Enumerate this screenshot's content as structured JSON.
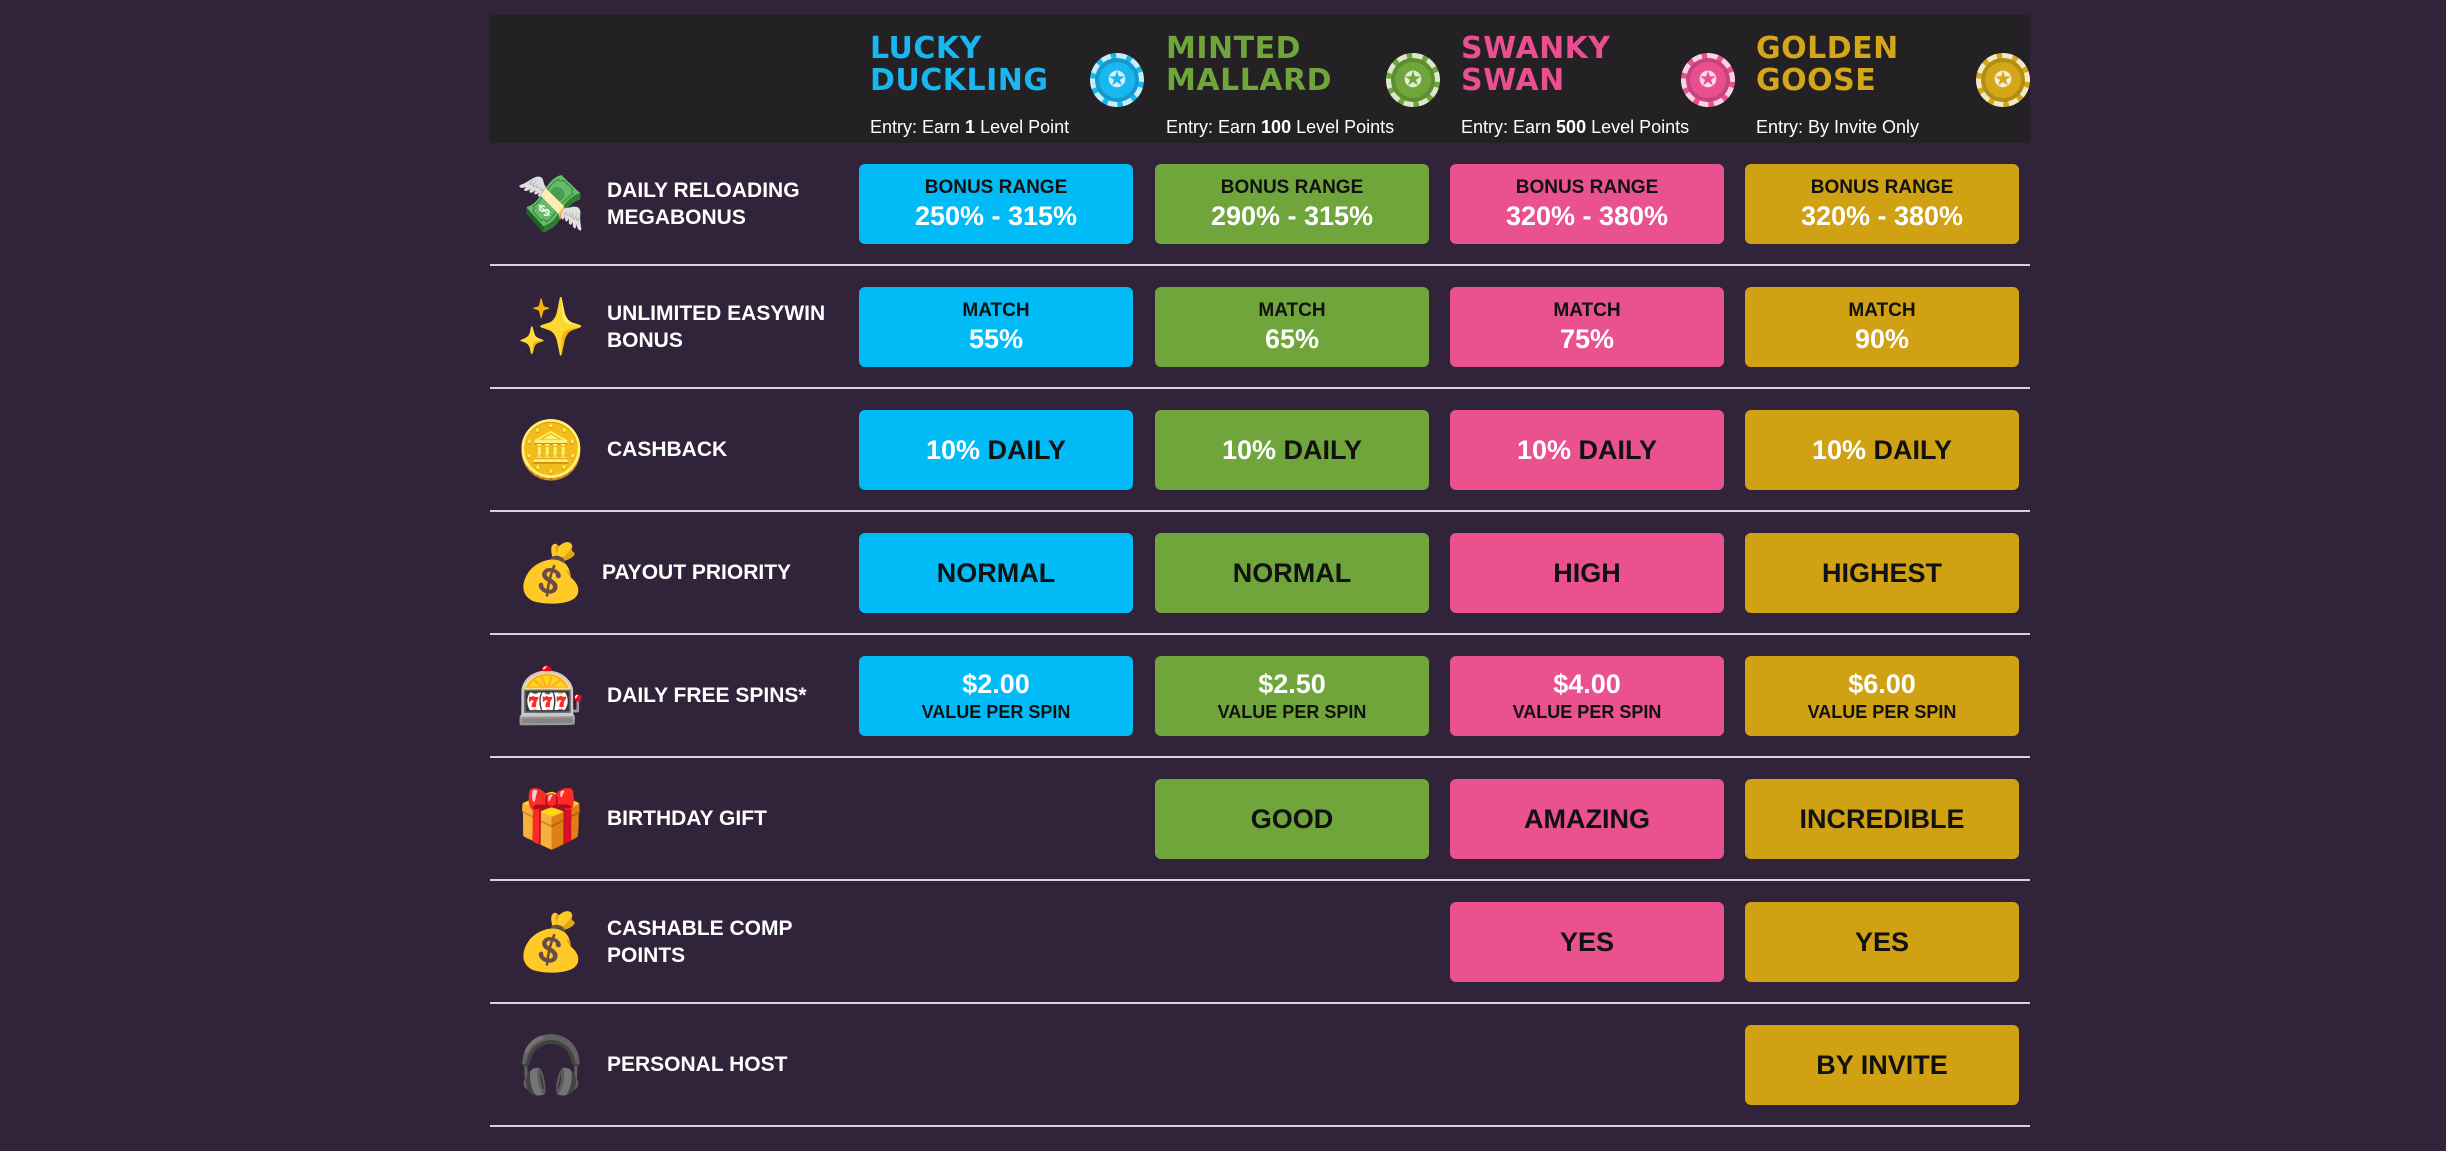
{
  "colors": {
    "background": "#31233a",
    "header_background": "#232124",
    "divider": "#d9d3dc",
    "tier_lucky": "#00bbf5",
    "tier_minted": "#6fa53a",
    "tier_swanky": "#e9518f",
    "tier_golden": "#cfa113"
  },
  "tiers": [
    {
      "name": "LUCKY DUCKLING",
      "entry_prefix": "Entry: Earn ",
      "entry_value": "1",
      "entry_suffix": " Level Point",
      "title_color": "#19b6f0",
      "chip_icon": "duck-chip-icon"
    },
    {
      "name": "MINTED MALLARD",
      "entry_prefix": "Entry: Earn ",
      "entry_value": "100",
      "entry_suffix": " Level Points",
      "title_color": "#6fa53a",
      "chip_icon": "mallard-chip-icon"
    },
    {
      "name": "SWANKY SWAN",
      "entry_prefix": "Entry: Earn ",
      "entry_value": "500",
      "entry_suffix": " Level Points",
      "title_color": "#ea4f91",
      "chip_icon": "swan-chip-icon"
    },
    {
      "name": "GOLDEN GOOSE",
      "entry_prefix": "Entry: By Invite Only",
      "entry_value": "",
      "entry_suffix": "",
      "title_color": "#d4a619",
      "chip_icon": "goose-chip-icon"
    }
  ],
  "rows": [
    {
      "label": "DAILY RELOADING MEGABONUS",
      "icon": "money-cash-icon",
      "cells": [
        {
          "line1": "BONUS RANGE",
          "line2": "250% - 315%"
        },
        {
          "line1": "BONUS RANGE",
          "line2": "290% - 315%"
        },
        {
          "line1": "BONUS RANGE",
          "line2": "320% - 380%"
        },
        {
          "line1": "BONUS RANGE",
          "line2": "320% - 380%"
        }
      ]
    },
    {
      "label": "UNLIMITED EASYWIN BONUS",
      "icon": "sparkles-icon",
      "cells": [
        {
          "line1": "MATCH",
          "line2": "55%"
        },
        {
          "line1": "MATCH",
          "line2": "65%"
        },
        {
          "line1": "MATCH",
          "line2": "75%"
        },
        {
          "line1": "MATCH",
          "line2": "90%"
        }
      ]
    },
    {
      "label": "CASHBACK",
      "icon": "dollar-coin-icon",
      "cells": [
        {
          "pct": "10%",
          "word": " DAILY"
        },
        {
          "pct": "10%",
          "word": " DAILY"
        },
        {
          "pct": "10%",
          "word": " DAILY"
        },
        {
          "pct": "10%",
          "word": " DAILY"
        }
      ]
    },
    {
      "label": "PAYOUT PRIORITY",
      "icon": "money-bag-hand-icon",
      "cells": [
        {
          "text": "NORMAL"
        },
        {
          "text": "NORMAL"
        },
        {
          "text": "HIGH"
        },
        {
          "text": "HIGHEST"
        }
      ]
    },
    {
      "label": "DAILY FREE SPINS*",
      "icon": "slot-machine-icon",
      "cells": [
        {
          "amount": "$2.00",
          "sub": "VALUE PER SPIN"
        },
        {
          "amount": "$2.50",
          "sub": "VALUE PER SPIN"
        },
        {
          "amount": "$4.00",
          "sub": "VALUE PER SPIN"
        },
        {
          "amount": "$6.00",
          "sub": "VALUE PER SPIN"
        }
      ]
    },
    {
      "label": "BIRTHDAY GIFT",
      "icon": "gift-box-icon",
      "cells": [
        null,
        {
          "text": "GOOD"
        },
        {
          "text": "AMAZING"
        },
        {
          "text": "INCREDIBLE"
        }
      ]
    },
    {
      "label": "CASHABLE COMP POINTS",
      "icon": "coin-bag-icon",
      "cells": [
        null,
        null,
        {
          "text": "YES"
        },
        {
          "text": "YES"
        }
      ]
    },
    {
      "label": "PERSONAL HOST",
      "icon": "headset-host-icon",
      "cells": [
        null,
        null,
        null,
        {
          "text": "BY INVITE"
        }
      ]
    }
  ]
}
